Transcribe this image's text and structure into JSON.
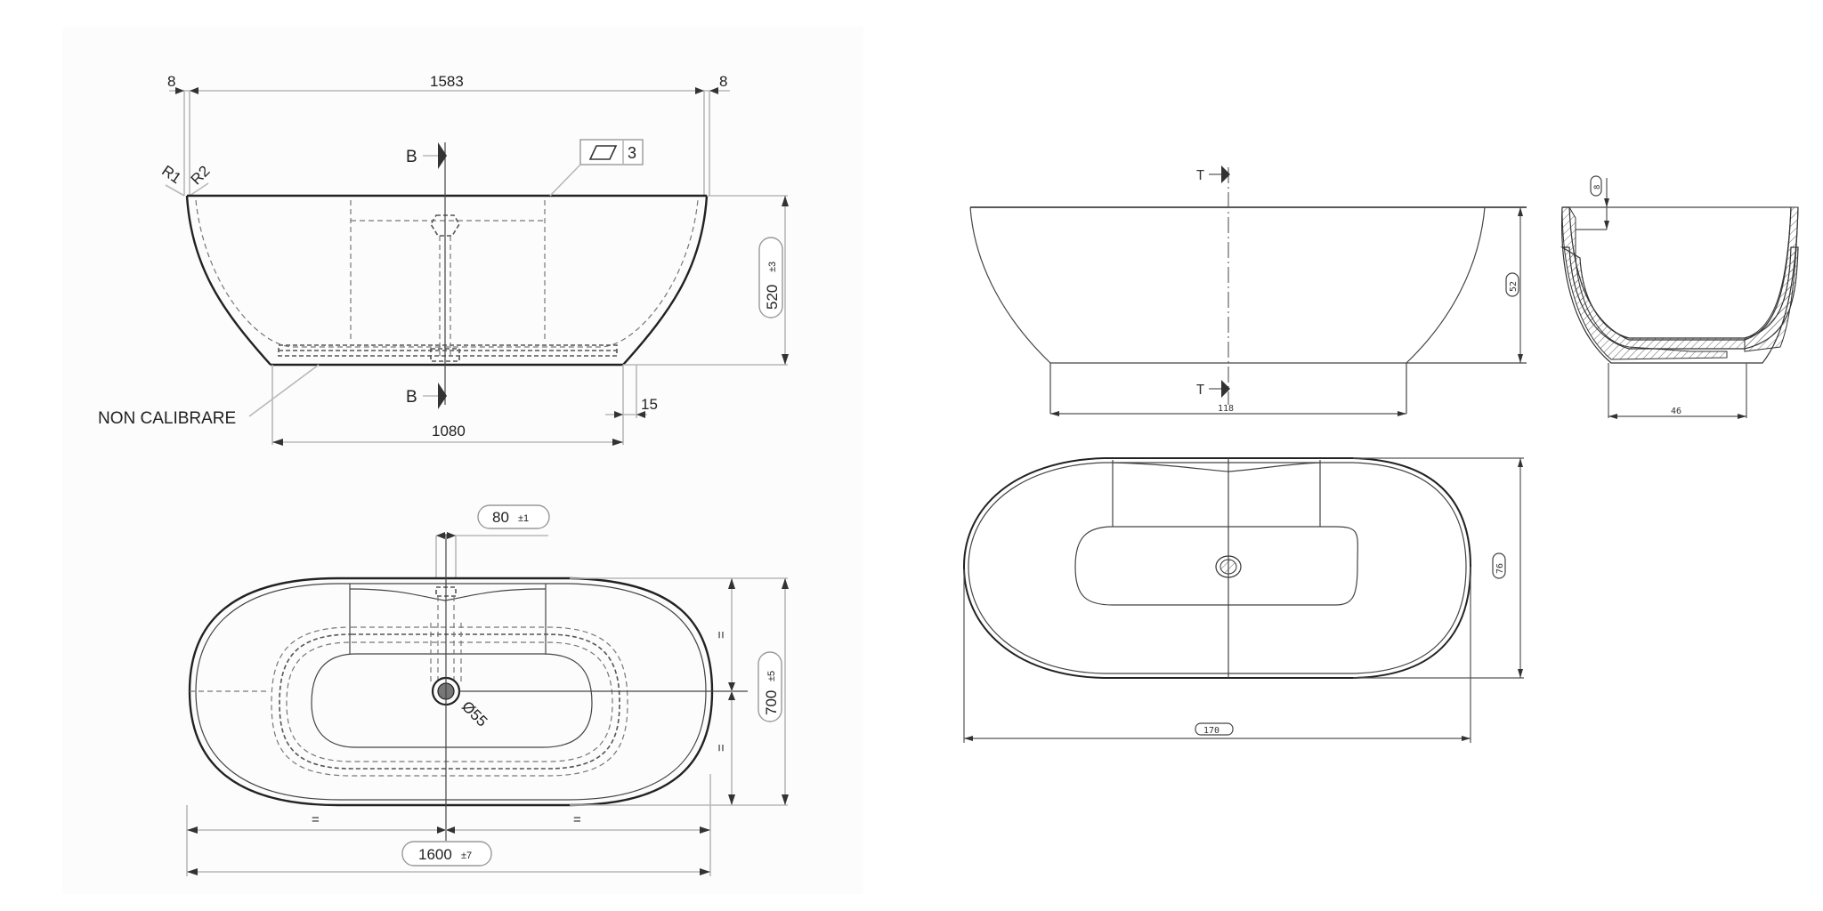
{
  "left_drawing": {
    "side_view": {
      "dim_top_total": "1583",
      "dim_edge_left": "8",
      "dim_edge_right": "8",
      "radius_1": "R1",
      "radius_2": "R2",
      "section_marker_top": "B",
      "section_marker_bottom": "B",
      "flatness_symbol": "▱",
      "flatness_value": "3",
      "height_value": "520",
      "height_tolerance": "±3",
      "note_label": "NON CALIBRARE",
      "base_width": "1080",
      "base_offset": "15"
    },
    "top_view": {
      "drain_offset_value": "80",
      "drain_offset_tolerance": "±1",
      "drain_diameter": "Ø55",
      "width_value": "700",
      "width_tolerance": "±5",
      "equal_sign_top": "=",
      "equal_sign_bottom": "=",
      "equal_sign_left": "=",
      "equal_sign_right": "=",
      "length_value": "1600",
      "length_tolerance": "±7"
    }
  },
  "right_drawing": {
    "front_view": {
      "section_marker_top": "T",
      "section_marker_bottom": "T",
      "height_value": "52",
      "base_width": "118"
    },
    "section_view": {
      "rim_thickness": "8",
      "base_width": "46"
    },
    "top_view": {
      "width_value": "76",
      "length_value": "170"
    }
  }
}
